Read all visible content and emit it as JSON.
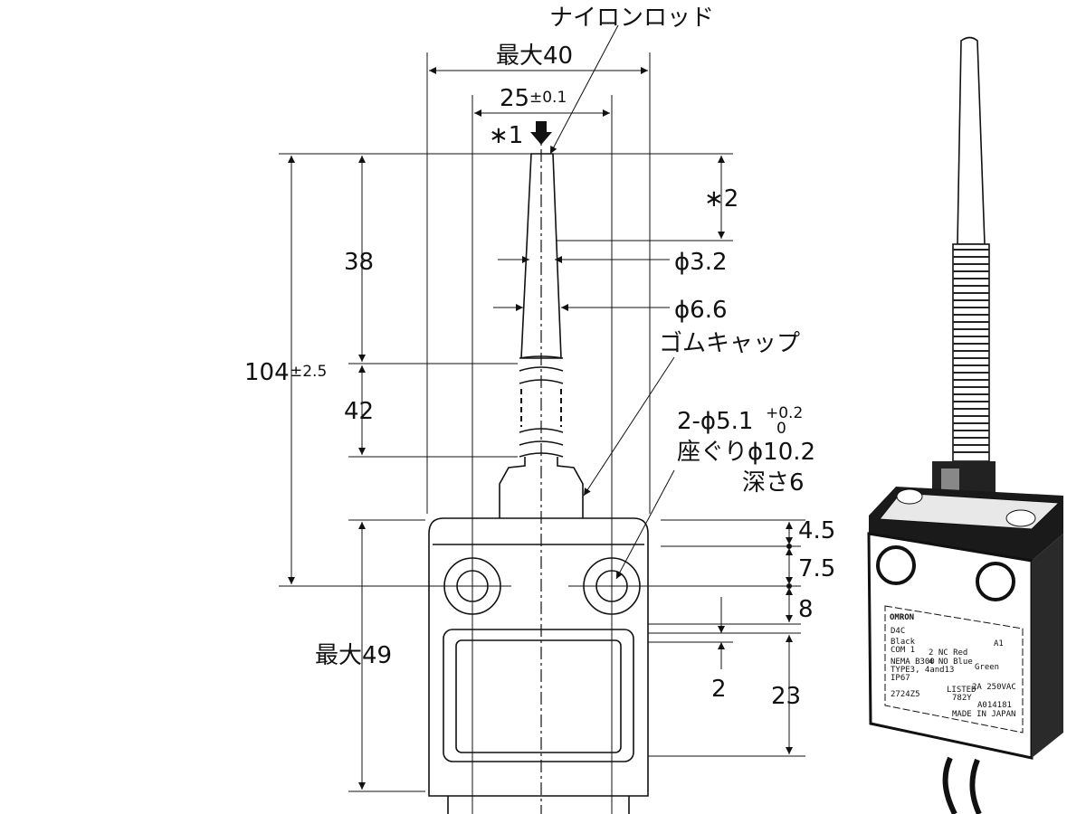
{
  "annotations": {
    "nylon_rod": "ナイロンロッド",
    "max40": "最大40",
    "dim25": "25",
    "tol25": "±0.1",
    "note1": "∗1",
    "note2": "∗2",
    "phi32": "ϕ3.2",
    "phi66": "ϕ6.6",
    "rubber_cap": "ゴムキャップ",
    "dim104": "104",
    "tol104": "±2.5",
    "dim38": "38",
    "dim42": "42",
    "hole_spec": "2-ϕ5.1",
    "hole_tol_plus": "+0.2",
    "hole_tol_minus": "0",
    "counterbore": "座ぐりϕ10.2",
    "depth": "深さ6",
    "dim4_5": "4.5",
    "dim7_5": "7.5",
    "dim8": "8",
    "dim2": "2",
    "dim23": "23",
    "max49": "最大49"
  },
  "product_label": {
    "brand": "OMRON",
    "model": "D4C",
    "a1": "A1",
    "black": "Black",
    "com": "COM 1",
    "nc": "2 NC Red",
    "no": "4 NO Blue",
    "green": "Green",
    "nema": "NEMA B300",
    "type": "TYPE3, 4and13",
    "ip": "IP67",
    "rating": "2A 250VAC",
    "listed": "LISTED",
    "listed_no": "782Y",
    "code": "2724Z5",
    "cert": "A014181",
    "made": "MADE IN JAPAN"
  }
}
